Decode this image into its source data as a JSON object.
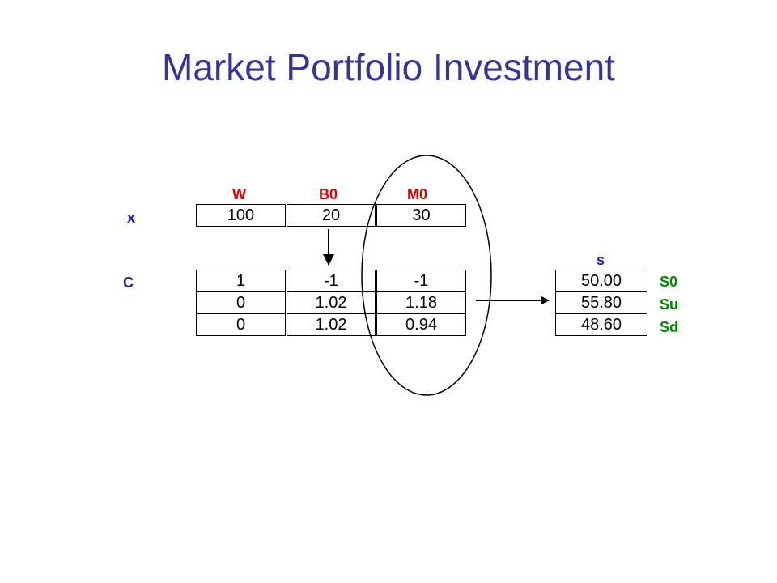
{
  "title": "Market Portfolio Investment",
  "row_labels": {
    "x": "x",
    "c": "C"
  },
  "columns": [
    "W",
    "B0",
    "M0"
  ],
  "x_vector": [
    "100",
    "20",
    "30"
  ],
  "c_matrix": [
    [
      "1",
      "-1",
      "-1"
    ],
    [
      "0",
      "1.02",
      "1.18"
    ],
    [
      "0",
      "1.02",
      "0.94"
    ]
  ],
  "s_vector": {
    "header": "s",
    "values": [
      "50.00",
      "55.80",
      "48.60"
    ],
    "states": [
      "S0",
      "Su",
      "Sd"
    ]
  },
  "colors": {
    "title": "#333399",
    "column_headers": "#e00000",
    "row_labels": "#1d1da8",
    "state_labels": "#008800"
  }
}
